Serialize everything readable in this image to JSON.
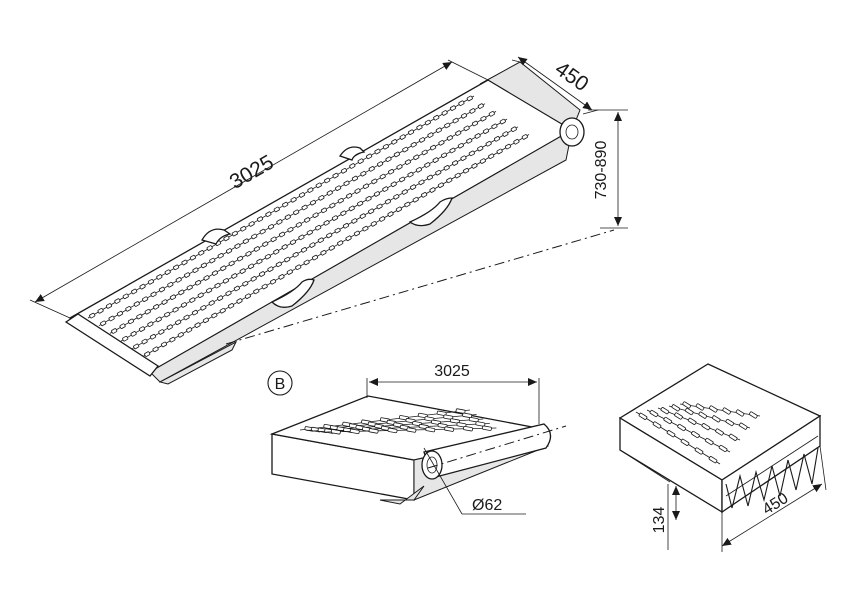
{
  "dimensions": {
    "ramp_length": "3025",
    "ramp_width": "450",
    "ramp_height": "730-890",
    "detail_length": "3025",
    "tube_diameter": "Ø62",
    "section_height": "134",
    "section_width": "450"
  },
  "detail_marker": "B"
}
